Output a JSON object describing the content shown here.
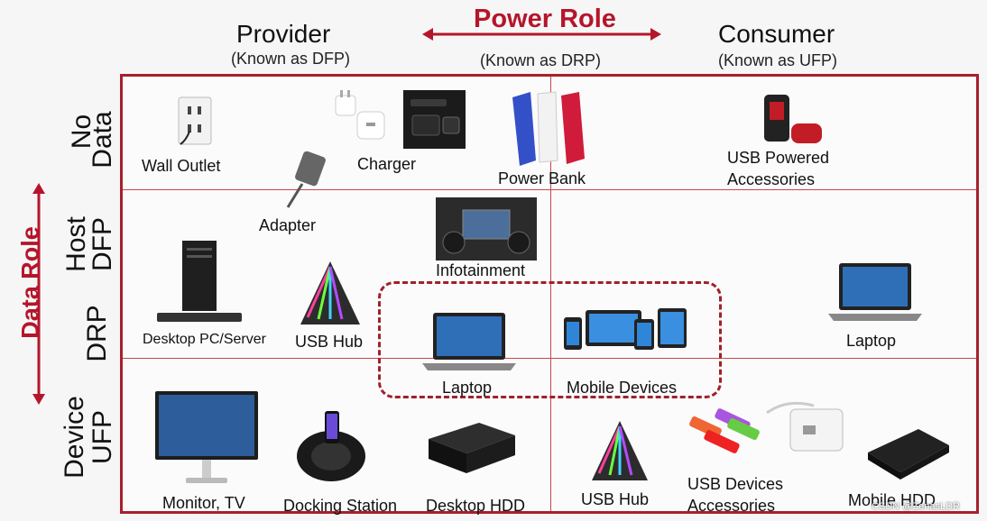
{
  "header": {
    "power_role": "Power Role",
    "provider": "Provider",
    "provider_sub": "(Known as DFP)",
    "drp_sub": "(Known as DRP)",
    "consumer": "Consumer",
    "consumer_sub": "(Known as UFP)"
  },
  "rows": {
    "no_data_1": "No",
    "no_data_2": "Data",
    "host_1": "Host",
    "host_2": "DFP",
    "drp": "DRP",
    "device_1": "Device",
    "device_2": "UFP"
  },
  "data_role": "Data Role",
  "items": {
    "wall_outlet": "Wall Outlet",
    "charger": "Charger",
    "power_bank": "Power Bank",
    "usb_powered_1": "USB Powered",
    "usb_powered_2": "Accessories",
    "adapter": "Adapter",
    "infotainment": "Infotainment",
    "desktop_pc": "Desktop PC/Server",
    "usb_hub_host": "USB Hub",
    "laptop_drp": "Laptop",
    "mobile_devices": "Mobile Devices",
    "laptop_consumer": "Laptop",
    "monitor_tv": "Monitor, TV",
    "docking_station": "Docking Station",
    "desktop_hdd": "Desktop HDD",
    "usb_hub_device": "USB Hub",
    "usb_devices_1": "USB Devices",
    "usb_devices_2": "Accessories",
    "mobile_hdd": "Mobile HDD"
  },
  "watermark": "CSDN @ZenasLDR",
  "colors": {
    "accent": "#b5152b",
    "frame": "#a81f2c"
  }
}
